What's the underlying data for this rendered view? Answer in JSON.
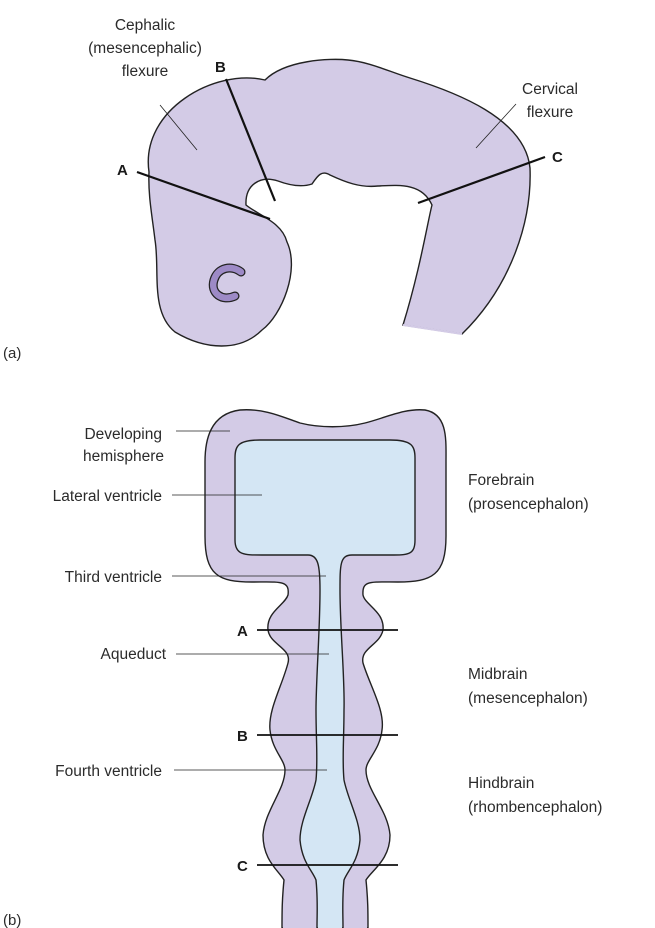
{
  "panel_a": {
    "panel_label": "(a)",
    "labels": {
      "cephalic_1": "Cephalic",
      "cephalic_2": "(mesencephalic)",
      "cephalic_3": "flexure",
      "cervical_1": "Cervical",
      "cervical_2": "flexure"
    },
    "section_letters": {
      "a": "A",
      "b": "B",
      "c": "C"
    }
  },
  "panel_b": {
    "panel_label": "(b)",
    "labels": {
      "developing_1": "Developing",
      "developing_2": "hemisphere",
      "lateral_ventricle": "Lateral ventricle",
      "third_ventricle": "Third ventricle",
      "aqueduct": "Aqueduct",
      "fourth_ventricle": "Fourth ventricle",
      "forebrain_1": "Forebrain",
      "forebrain_2": "(prosencephalon)",
      "midbrain_1": "Midbrain",
      "midbrain_2": "(mesencephalon)",
      "hindbrain_1": "Hindbrain",
      "hindbrain_2": "(rhombencephalon)"
    },
    "section_letters": {
      "a": "A",
      "b": "B",
      "c": "C"
    }
  },
  "colors": {
    "tissue": "#d3cbe6",
    "tissue_outline": "#222222",
    "ventricle": "#d4e6f4",
    "eye": "#9d8ac6"
  }
}
